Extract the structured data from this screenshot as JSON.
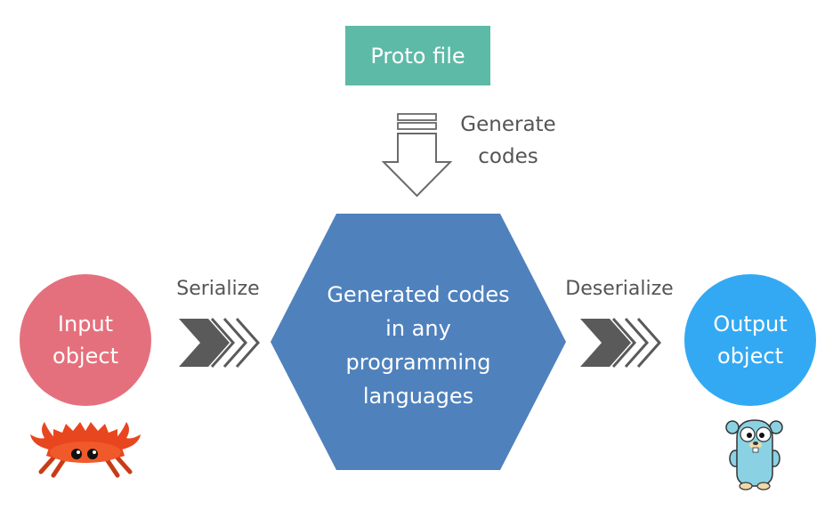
{
  "proto": {
    "label": "Proto file"
  },
  "generate": {
    "line1": "Generate",
    "line2": "codes"
  },
  "center": {
    "line1": "Generated codes",
    "line2": "in any",
    "line3": "programming",
    "line4": "languages"
  },
  "input": {
    "line1": "Input",
    "line2": "object"
  },
  "output": {
    "line1": "Output",
    "line2": "object"
  },
  "serialize": {
    "label": "Serialize"
  },
  "deserialize": {
    "label": "Deserialize"
  },
  "colors": {
    "proto": "#5dbaa7",
    "hexagon": "#4f81bd",
    "input": "#e5707d",
    "output": "#33a9f3",
    "chevron": "#595959",
    "crab": "#e8461f",
    "gopher": "#8ad2e3"
  },
  "icons": {
    "generate": "database-arrow-icon",
    "input_mascot": "ferris-crab-icon",
    "output_mascot": "gopher-icon"
  }
}
